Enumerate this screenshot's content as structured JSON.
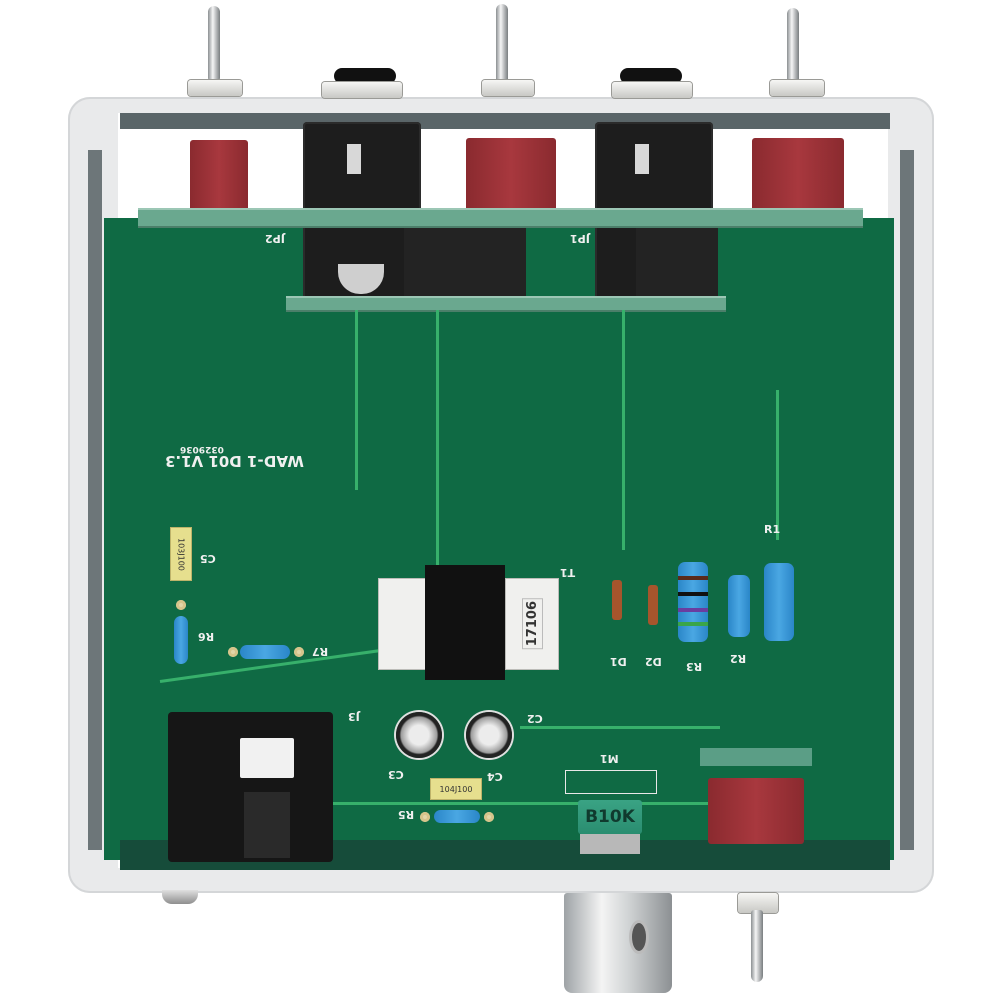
{
  "scene": {
    "subject": "Open aluminum DI box enclosure showing green PCB from above",
    "background_color": "#ffffff",
    "enclosure_color": "#e9eaeb",
    "pcb_color": "#0f6a44",
    "trace_color": "#37b06b"
  },
  "board": {
    "model_label": "WAD-1 D01 V1.3",
    "serial_label": "0329036"
  },
  "silkscreen": {
    "jp1": "JP1",
    "jp2": "JP2",
    "t1": "T1",
    "c2": "C2",
    "c3": "C3",
    "c4": "C4",
    "c5": "C5",
    "r1": "R1",
    "r2": "R2",
    "r3": "R3",
    "r5": "R5",
    "r6": "R6",
    "r7": "R7",
    "d1": "D1",
    "d2": "D2",
    "j3": "J3",
    "m1": "M1"
  },
  "components": {
    "transformer_marking": "17106",
    "c5_marking": "103J100",
    "c4_marking": "104J100",
    "pot_marking": "B10K"
  },
  "top_panel": {
    "toggles": 3,
    "jacks": 2
  },
  "bottom_panel": {
    "knob": "volume-knob",
    "toggle": "ground-lift-toggle"
  }
}
